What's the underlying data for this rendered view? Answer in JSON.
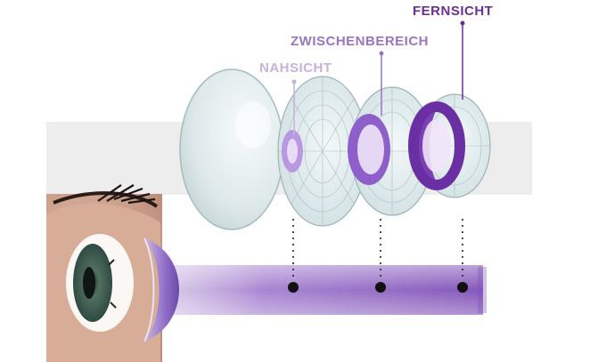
{
  "labels": {
    "near": "NAHSICHT",
    "intermediate": "ZWISCHENBEREICH",
    "far": "FERNSICHT"
  },
  "colors": {
    "near": "#c6b2dc",
    "intermediate": "#9b74c4",
    "far": "#6b2f93",
    "beam": "#8a5cc0",
    "band": "#ededed",
    "marker": "#111111"
  }
}
